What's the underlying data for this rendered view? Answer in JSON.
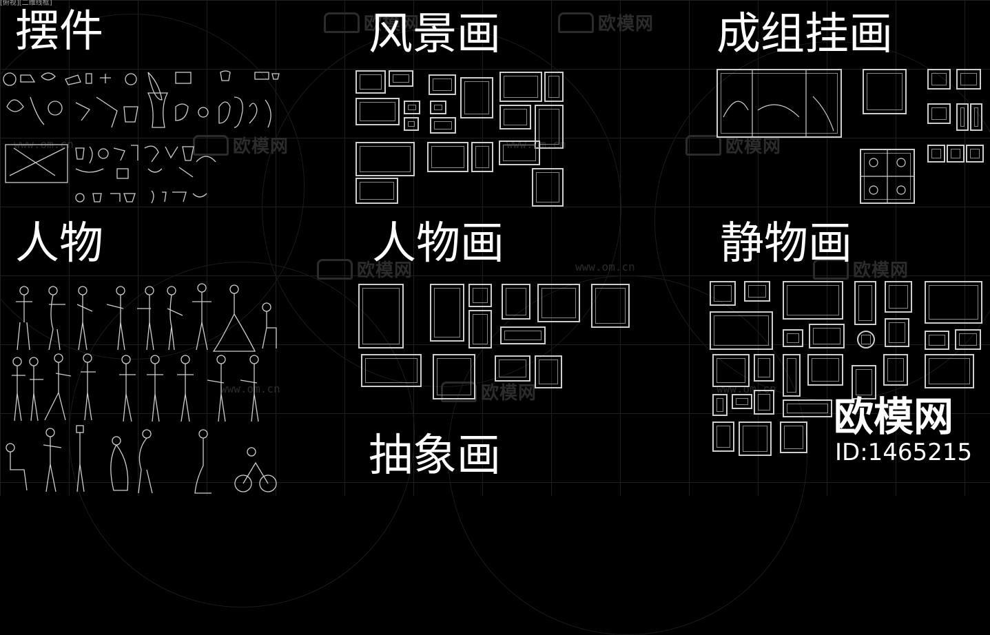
{
  "topbar": "[俯视][二维线框]",
  "categories": {
    "ornaments": "摆件",
    "landscape": "风景画",
    "group": "成组挂画",
    "people": "人物",
    "portrait": "人物画",
    "stilllife": "静物画",
    "abstract": "抽象画"
  },
  "watermark": {
    "name": "欧模网",
    "url": "www.om.cn"
  },
  "brand": {
    "name": "欧模网",
    "id": "ID:1465215"
  },
  "colors": {
    "background": "#000000",
    "line": "#cfcfcf",
    "text": "#ffffff",
    "watermark": "#2c2c2c"
  }
}
